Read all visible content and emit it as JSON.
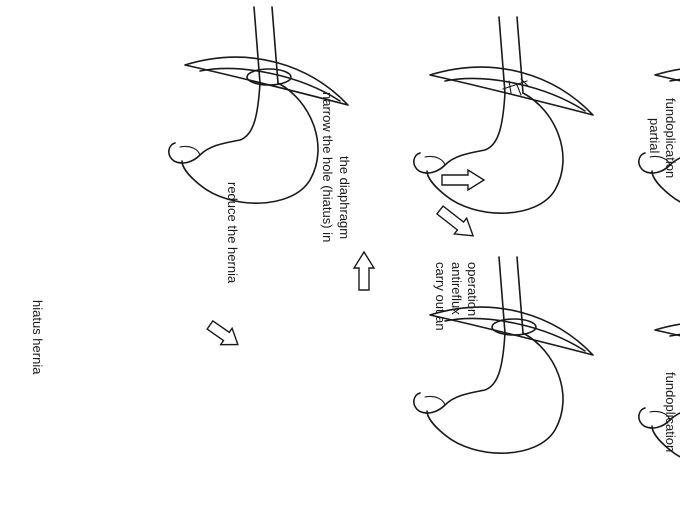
{
  "labels": {
    "hiatus_hernia": "hiatus hernia",
    "reduce_hernia": "reduce the hernia",
    "narrow_hole_line1": "narrow the hole (hiatus) in",
    "narrow_hole_line2": "the diaphragm",
    "carry_out_line1": "carry out an",
    "carry_out_line2": "antireflux",
    "carry_out_line3": "operation",
    "partial_line1": "partial",
    "partial_line2": "fundoplication",
    "fundoplication": "fundoplication"
  }
}
